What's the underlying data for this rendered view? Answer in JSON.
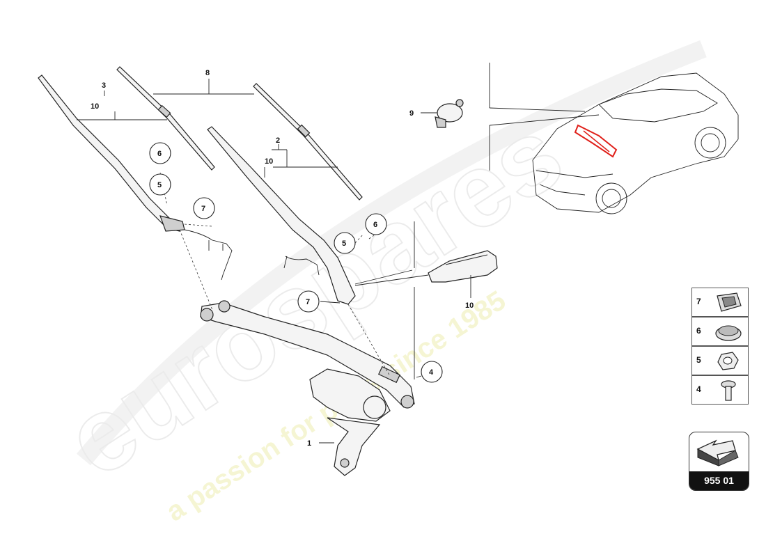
{
  "watermark": {
    "brand": "eurospares",
    "slogan": "a passion for parts since 1985",
    "color": "#e0e0a0"
  },
  "callouts": {
    "c1": "1",
    "c2": "2",
    "c3": "3",
    "c4": "4",
    "c5a": "5",
    "c5b": "5",
    "c6a": "6",
    "c6b": "6",
    "c7a": "7",
    "c7b": "7",
    "c8": "8",
    "c9": "9",
    "c10a": "10",
    "c10b": "10",
    "c10c": "10"
  },
  "legend": {
    "items": [
      {
        "number": "7",
        "icon": "grommet-icon"
      },
      {
        "number": "6",
        "icon": "cap-nut-icon"
      },
      {
        "number": "5",
        "icon": "hex-nut-icon"
      },
      {
        "number": "4",
        "icon": "bolt-icon"
      }
    ]
  },
  "page_reference": "955 01",
  "colors": {
    "highlight": "#e0201a",
    "ink": "#222222"
  }
}
